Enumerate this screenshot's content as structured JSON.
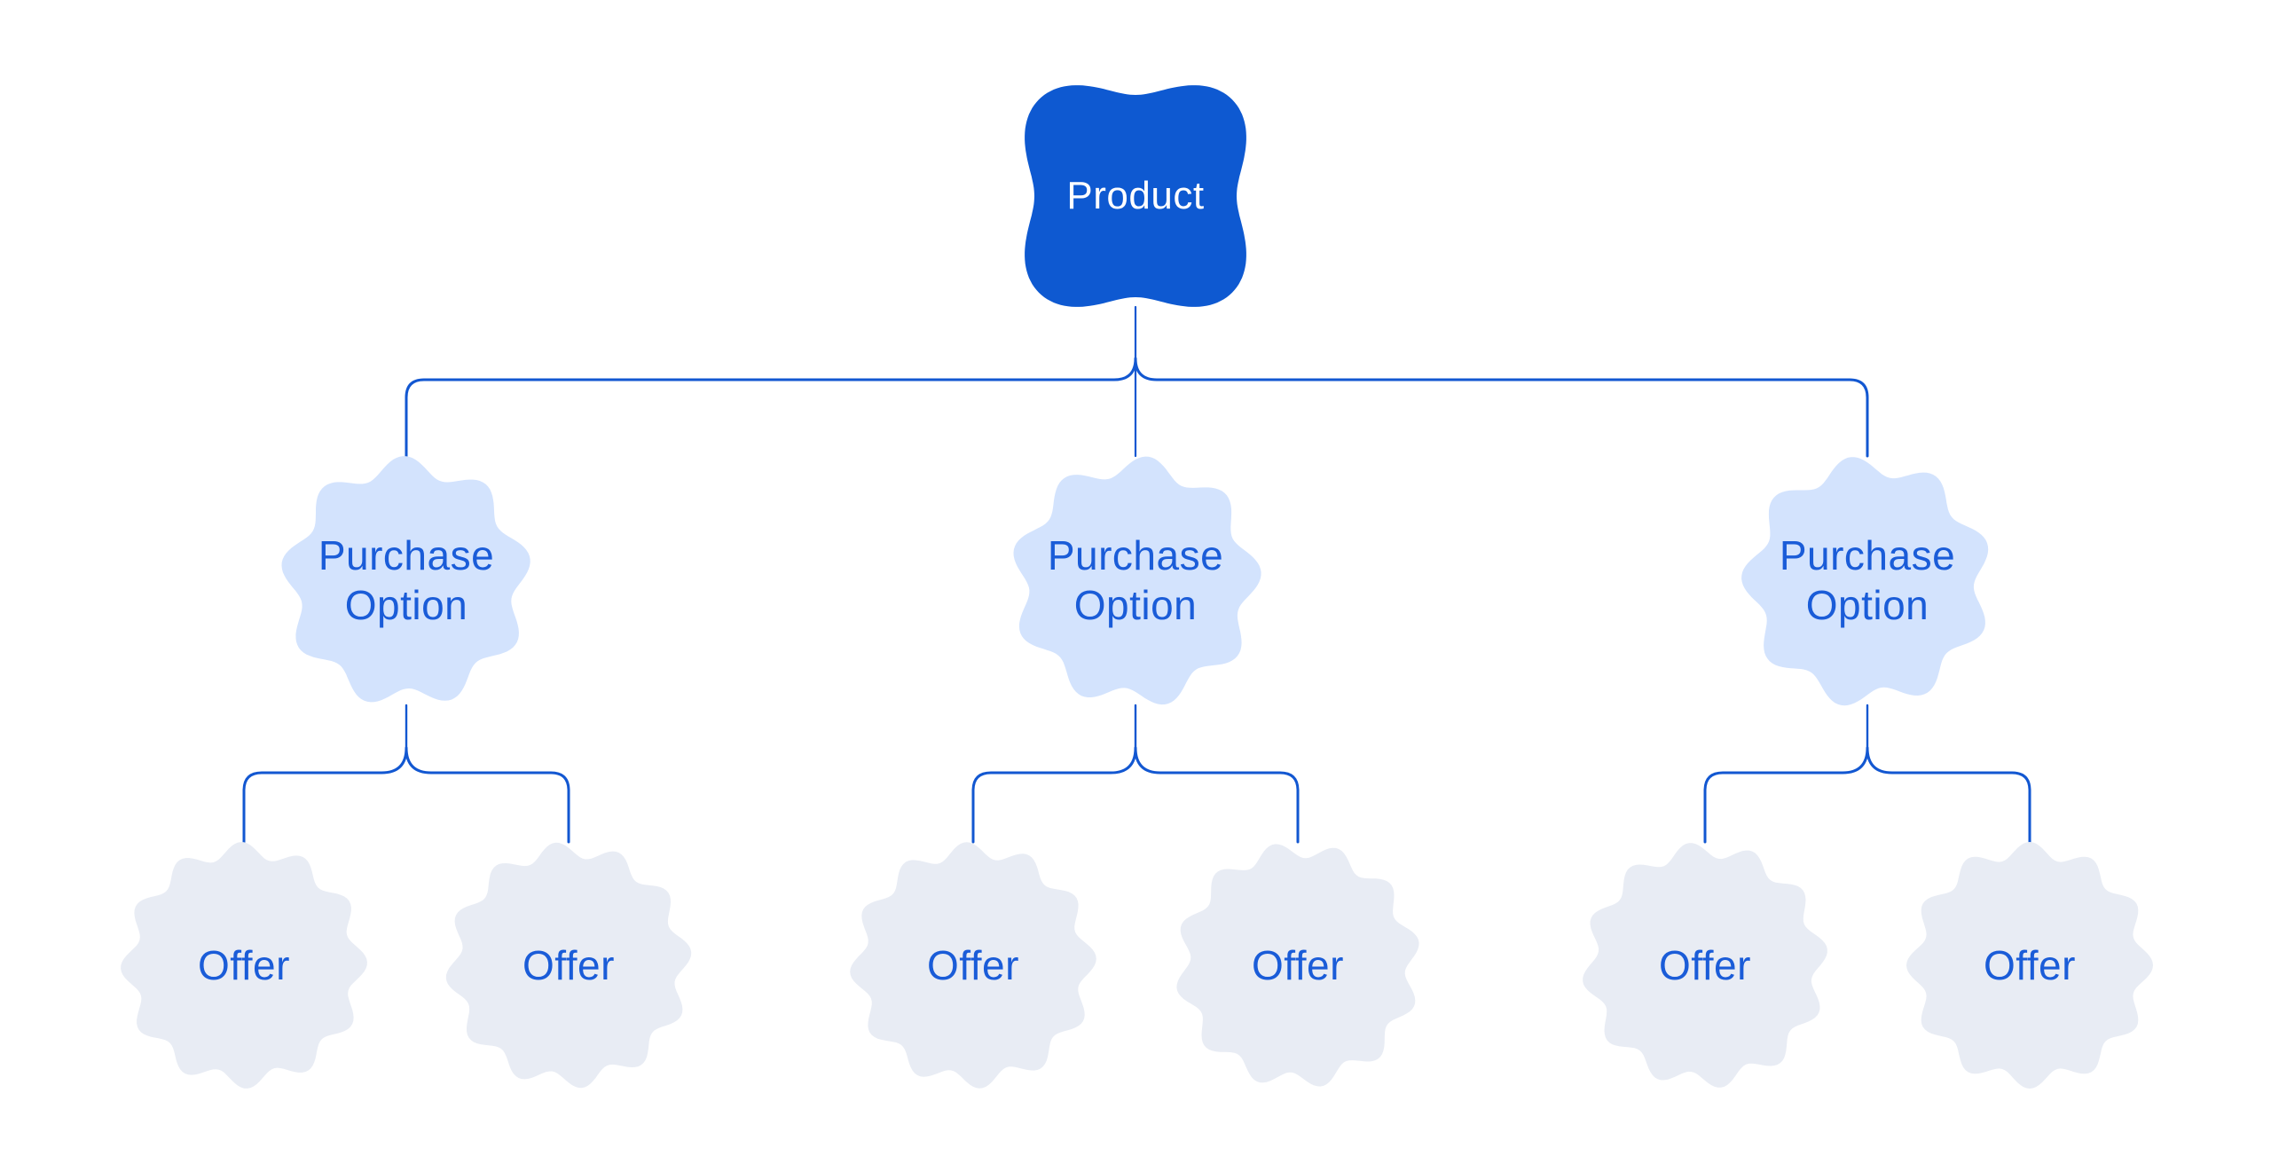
{
  "diagram": {
    "type": "tree",
    "background": "#FFFFFF",
    "nodes": {
      "product": {
        "label": "Product"
      },
      "purchase_options": [
        {
          "label": "Purchase Option"
        },
        {
          "label": "Purchase Option"
        },
        {
          "label": "Purchase Option"
        }
      ],
      "offers": [
        {
          "label": "Offer"
        },
        {
          "label": "Offer"
        },
        {
          "label": "Offer"
        },
        {
          "label": "Offer"
        },
        {
          "label": "Offer"
        },
        {
          "label": "Offer"
        }
      ]
    },
    "edges": [
      {
        "from": "product",
        "to": "purchase-option-1"
      },
      {
        "from": "product",
        "to": "purchase-option-2"
      },
      {
        "from": "product",
        "to": "purchase-option-3"
      },
      {
        "from": "purchase-option-1",
        "to": "offer-1"
      },
      {
        "from": "purchase-option-1",
        "to": "offer-2"
      },
      {
        "from": "purchase-option-2",
        "to": "offer-3"
      },
      {
        "from": "purchase-option-2",
        "to": "offer-4"
      },
      {
        "from": "purchase-option-3",
        "to": "offer-5"
      },
      {
        "from": "purchase-option-3",
        "to": "offer-6"
      }
    ],
    "colors": {
      "product_fill": "#0E59D1",
      "product_text": "#FFFFFF",
      "purchase_option_fill": "#D3E3FD",
      "offer_fill": "#E8ECF4",
      "label_text": "#1A5CD8",
      "connector": "#1257D1"
    }
  }
}
